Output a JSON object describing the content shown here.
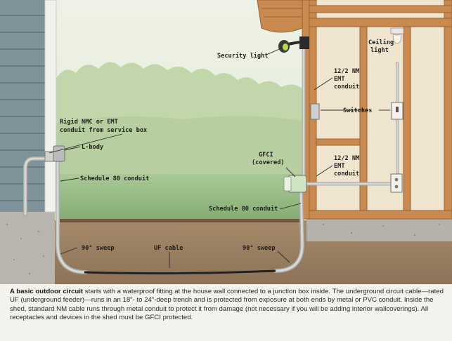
{
  "labels": {
    "security_light": "Security light",
    "ceiling_light_1": "Ceiling",
    "ceiling_light_2": "light",
    "emt_top_1": "12/2 NM",
    "emt_top_2": "EMT",
    "emt_top_3": "conduit",
    "switches": "Switches",
    "rigid_1": "Rigid NMC or EMT",
    "rigid_2": "conduit from service box",
    "l_body": "L-body",
    "gfci_1": "GFCI",
    "gfci_2": "(covered)",
    "emt_low_1": "12/2 NM",
    "emt_low_2": "EMT",
    "emt_low_3": "conduit",
    "sched80_left": "Schedule 80 conduit",
    "sched80_right": "Schedule 80 conduit",
    "sweep_left": "90° sweep",
    "uf_cable": "UF cable",
    "sweep_right": "90° sweep"
  },
  "caption": {
    "lead": "A basic outdoor circuit",
    "body": " starts with a waterproof fitting at the house wall connected to a junction box inside. The underground circuit cable—rated UF (underground feeder)—runs in an 18\"- to 24\"-deep trench and is protected from exposure at both ends by metal or PVC conduit. Inside the shed, standard NM cable runs through metal conduit to protect it from damage (not necessary if you will be adding interior wallcoverings). All receptacles and devices in the shed must be GFCI protected."
  },
  "colors": {
    "sky": "#eef2e4",
    "foliage": "#bcd3a6",
    "lawn": "#9fc18d",
    "soil": "#8d7559",
    "siding": "#7a8f97",
    "wood": "#c8894e",
    "conduit": "#c9ccc8"
  }
}
